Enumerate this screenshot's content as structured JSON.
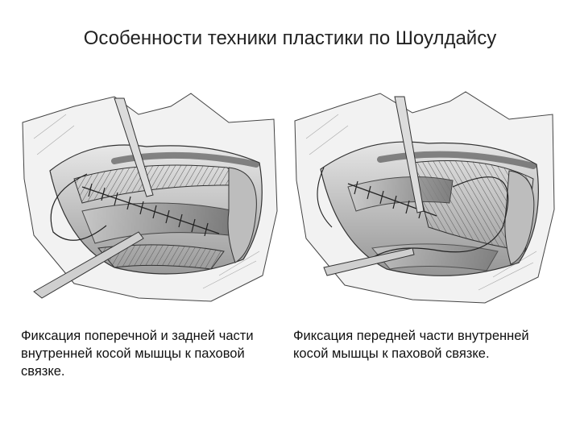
{
  "slide": {
    "title": "Особенности техники пластики по Шоулдайсу",
    "captions": [
      "Фиксация поперечной и задней части внутренней косой мышцы к паховой связке.",
      "Фиксация передней части внутренней косой мышцы к паховой связке."
    ]
  },
  "colors": {
    "background": "#ffffff",
    "text": "#111111",
    "illustration_shade": "#7a7a7a"
  }
}
